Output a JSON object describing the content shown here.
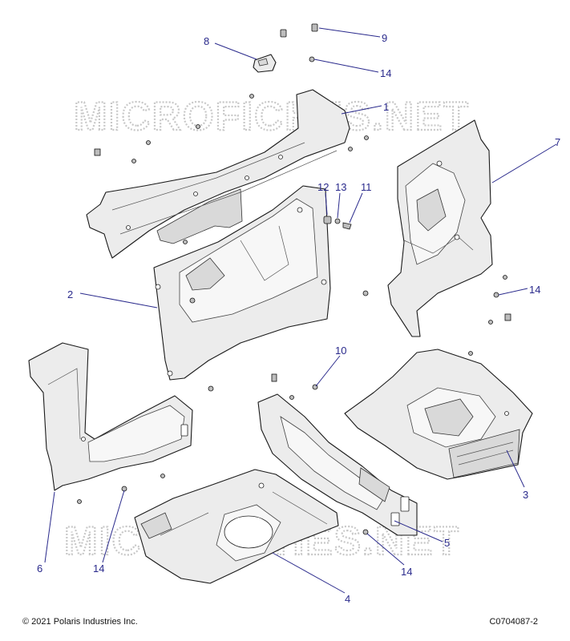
{
  "watermark": {
    "top": "MICROFICHES.NET",
    "bottom": "MICROFICHES.NET"
  },
  "footer": {
    "copyright": "© 2021 Polaris Industries Inc.",
    "drawing_code": "C0704087-2"
  },
  "callouts": [
    {
      "id": "c9",
      "label": "9"
    },
    {
      "id": "c8",
      "label": "8"
    },
    {
      "id": "c14a",
      "label": "14"
    },
    {
      "id": "c1",
      "label": "1"
    },
    {
      "id": "c7",
      "label": "7"
    },
    {
      "id": "c12",
      "label": "12"
    },
    {
      "id": "c13",
      "label": "13"
    },
    {
      "id": "c11",
      "label": "11"
    },
    {
      "id": "c2",
      "label": "2"
    },
    {
      "id": "c14b",
      "label": "14"
    },
    {
      "id": "c10",
      "label": "10"
    },
    {
      "id": "c3",
      "label": "3"
    },
    {
      "id": "c5",
      "label": "5"
    },
    {
      "id": "c6",
      "label": "6"
    },
    {
      "id": "c14c",
      "label": "14"
    },
    {
      "id": "c14d",
      "label": "14"
    },
    {
      "id": "c4",
      "label": "4"
    }
  ],
  "colors": {
    "callout": "#2a2a8c",
    "part_fill": "#ececec",
    "outline": "#1a1a1a",
    "watermark": "#c8c8c8"
  }
}
